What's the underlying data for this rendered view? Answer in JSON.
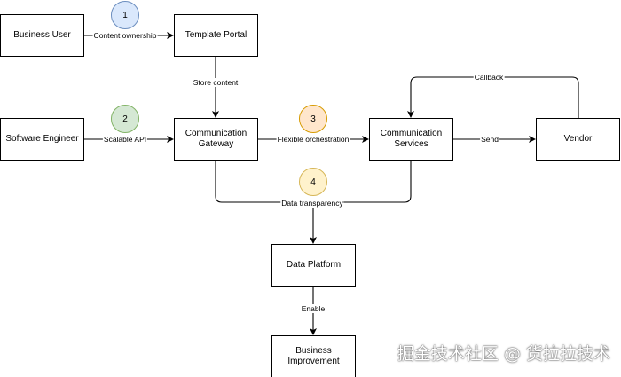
{
  "nodes": {
    "business_user": "Business User",
    "template_portal": "Template Portal",
    "software_engineer": "Software Engineer",
    "communication_gateway": "Communication Gateway",
    "communication_services": "Communication Services",
    "vendor": "Vendor",
    "data_platform": "Data Platform",
    "business_improvement": "Business Improvement"
  },
  "edges": {
    "content_ownership": "Content ownership",
    "store_content": "Store content",
    "scalable_api": "Scalable API",
    "flexible_orchestration": "Flexible orchestration",
    "send": "Send",
    "callback": "Callback",
    "data_transparency": "Data transparency",
    "enable": "Enable"
  },
  "markers": [
    {
      "label": "1",
      "fill": "#dae8fc",
      "stroke": "#6c8ebf"
    },
    {
      "label": "2",
      "fill": "#d5e8d4",
      "stroke": "#82b366"
    },
    {
      "label": "3",
      "fill": "#ffe6cc",
      "stroke": "#d79b00"
    },
    {
      "label": "4",
      "fill": "#fff2cc",
      "stroke": "#d6b656"
    }
  ],
  "watermark": "掘金技术社区 @ 货拉拉技术"
}
